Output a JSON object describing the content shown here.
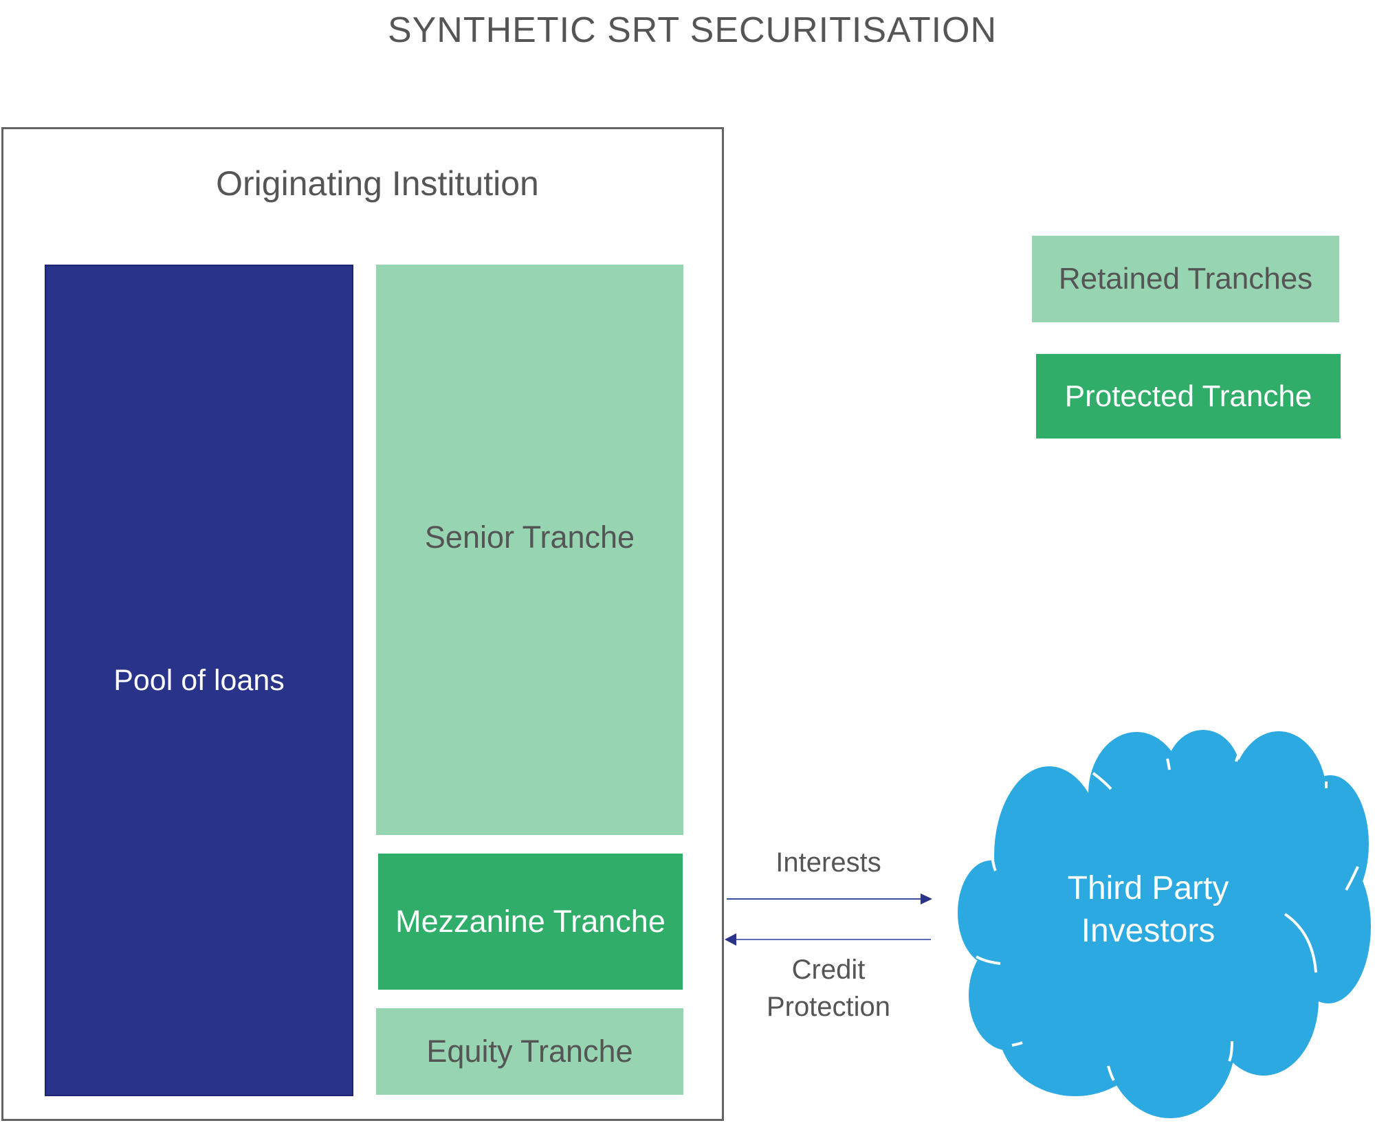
{
  "title": "SYNTHETIC SRT SECURITISATION",
  "originating_institution": {
    "label": "Originating Institution",
    "pool": {
      "label": "Pool of loans",
      "color": "#283389"
    },
    "tranches": [
      {
        "name": "senior",
        "label": "Senior Tranche",
        "type": "retained",
        "color": "#97d4b1"
      },
      {
        "name": "mezzanine",
        "label": "Mezzanine Tranche",
        "type": "protected",
        "color": "#31ad6a"
      },
      {
        "name": "equity",
        "label": "Equity Tranche",
        "type": "retained",
        "color": "#97d4b1"
      }
    ]
  },
  "legend": [
    {
      "label": "Retained Tranches",
      "color": "#97d4b1"
    },
    {
      "label": "Protected Tranche",
      "color": "#31ad6a"
    }
  ],
  "flows": [
    {
      "label": "Interests",
      "direction": "to-investors"
    },
    {
      "label_lines": [
        "Credit",
        "Protection"
      ],
      "direction": "to-institution"
    }
  ],
  "investors": {
    "label_lines": [
      "Third Party",
      "Investors"
    ],
    "icon": "cloud-icon",
    "color": "#2ca9e1"
  },
  "arrow_color": "#3b4ba0"
}
